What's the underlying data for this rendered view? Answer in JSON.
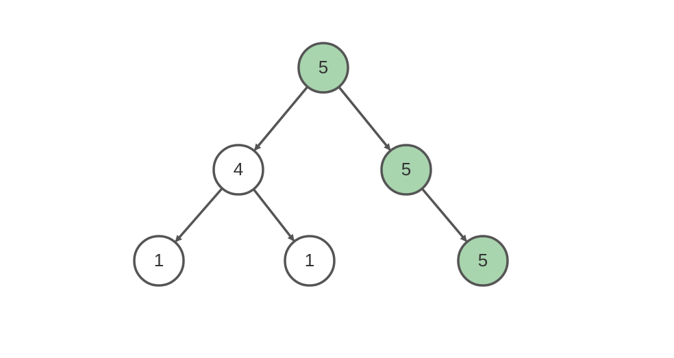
{
  "colors": {
    "highlight": "#a8d5ae",
    "normal": "#ffffff",
    "stroke": "#555555",
    "text": "#333333"
  },
  "tree": {
    "nodes": [
      {
        "id": "root",
        "value": "5",
        "highlighted": true
      },
      {
        "id": "left",
        "value": "4",
        "highlighted": false
      },
      {
        "id": "right",
        "value": "5",
        "highlighted": true
      },
      {
        "id": "left-left",
        "value": "1",
        "highlighted": false
      },
      {
        "id": "left-right",
        "value": "1",
        "highlighted": false
      },
      {
        "id": "right-right",
        "value": "5",
        "highlighted": true
      }
    ],
    "edges": [
      {
        "from": "root",
        "to": "left"
      },
      {
        "from": "root",
        "to": "right"
      },
      {
        "from": "left",
        "to": "left-left"
      },
      {
        "from": "left",
        "to": "left-right"
      },
      {
        "from": "right",
        "to": "right-right"
      }
    ]
  }
}
